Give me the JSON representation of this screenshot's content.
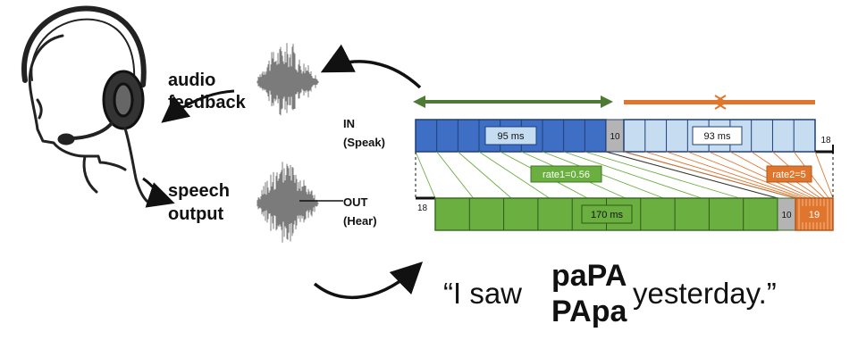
{
  "labels": {
    "audio": "audio",
    "feedback": "feedback",
    "speech": "speech",
    "output": "output",
    "in_line1": "IN",
    "in_line2": "(Speak)",
    "out_line1": "OUT",
    "out_line2": "(Hear)"
  },
  "timeline": {
    "in_first_duration": "95 ms",
    "in_gap": "10",
    "in_second_duration": "93 ms",
    "in_tail": "18",
    "out_lead": "18",
    "rate1": "rate1=0.56",
    "rate2": "rate2=5",
    "out_first_duration": "170 ms",
    "out_gap": "10",
    "out_second_duration": "19"
  },
  "sentence": {
    "open": "“I saw",
    "option_top": "paPA",
    "option_bottom": "PApa",
    "close": "yesterday.”"
  },
  "colors": {
    "dark_blue": "#3f6fc4",
    "light_blue": "#c6dcf0",
    "green": "#6aaf3f",
    "dark_green": "#4e7a35",
    "orange": "#e0762d",
    "gray": "#b4b4b4"
  }
}
